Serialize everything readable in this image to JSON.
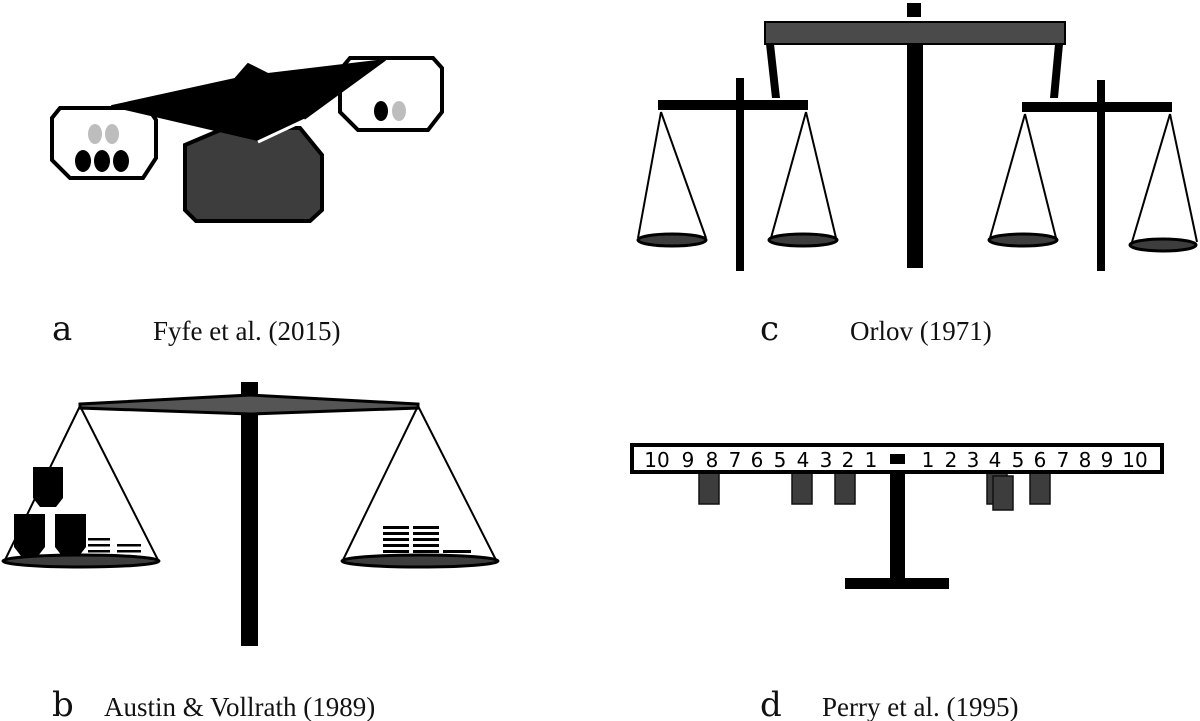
{
  "panels": {
    "a": {
      "letter": "a",
      "citation": "Fyfe et al. (2015)"
    },
    "b": {
      "letter": "b",
      "citation": "Austin & Vollrath (1989)"
    },
    "c": {
      "letter": "c",
      "citation": "Orlov (1971)"
    },
    "d": {
      "letter": "d",
      "citation": "Perry et al. (1995)",
      "left_numbers": [
        "10",
        "9",
        "8",
        "7",
        "6",
        "5",
        "4",
        "3",
        "2",
        "1"
      ],
      "right_numbers": [
        "1",
        "2",
        "3",
        "4",
        "5",
        "6",
        "7",
        "8",
        "9",
        "10"
      ]
    }
  },
  "colors": {
    "ink": "#000000",
    "dark_gray": "#3d3d3d",
    "light_gray": "#bdbdbd",
    "background": "#ffffff"
  }
}
